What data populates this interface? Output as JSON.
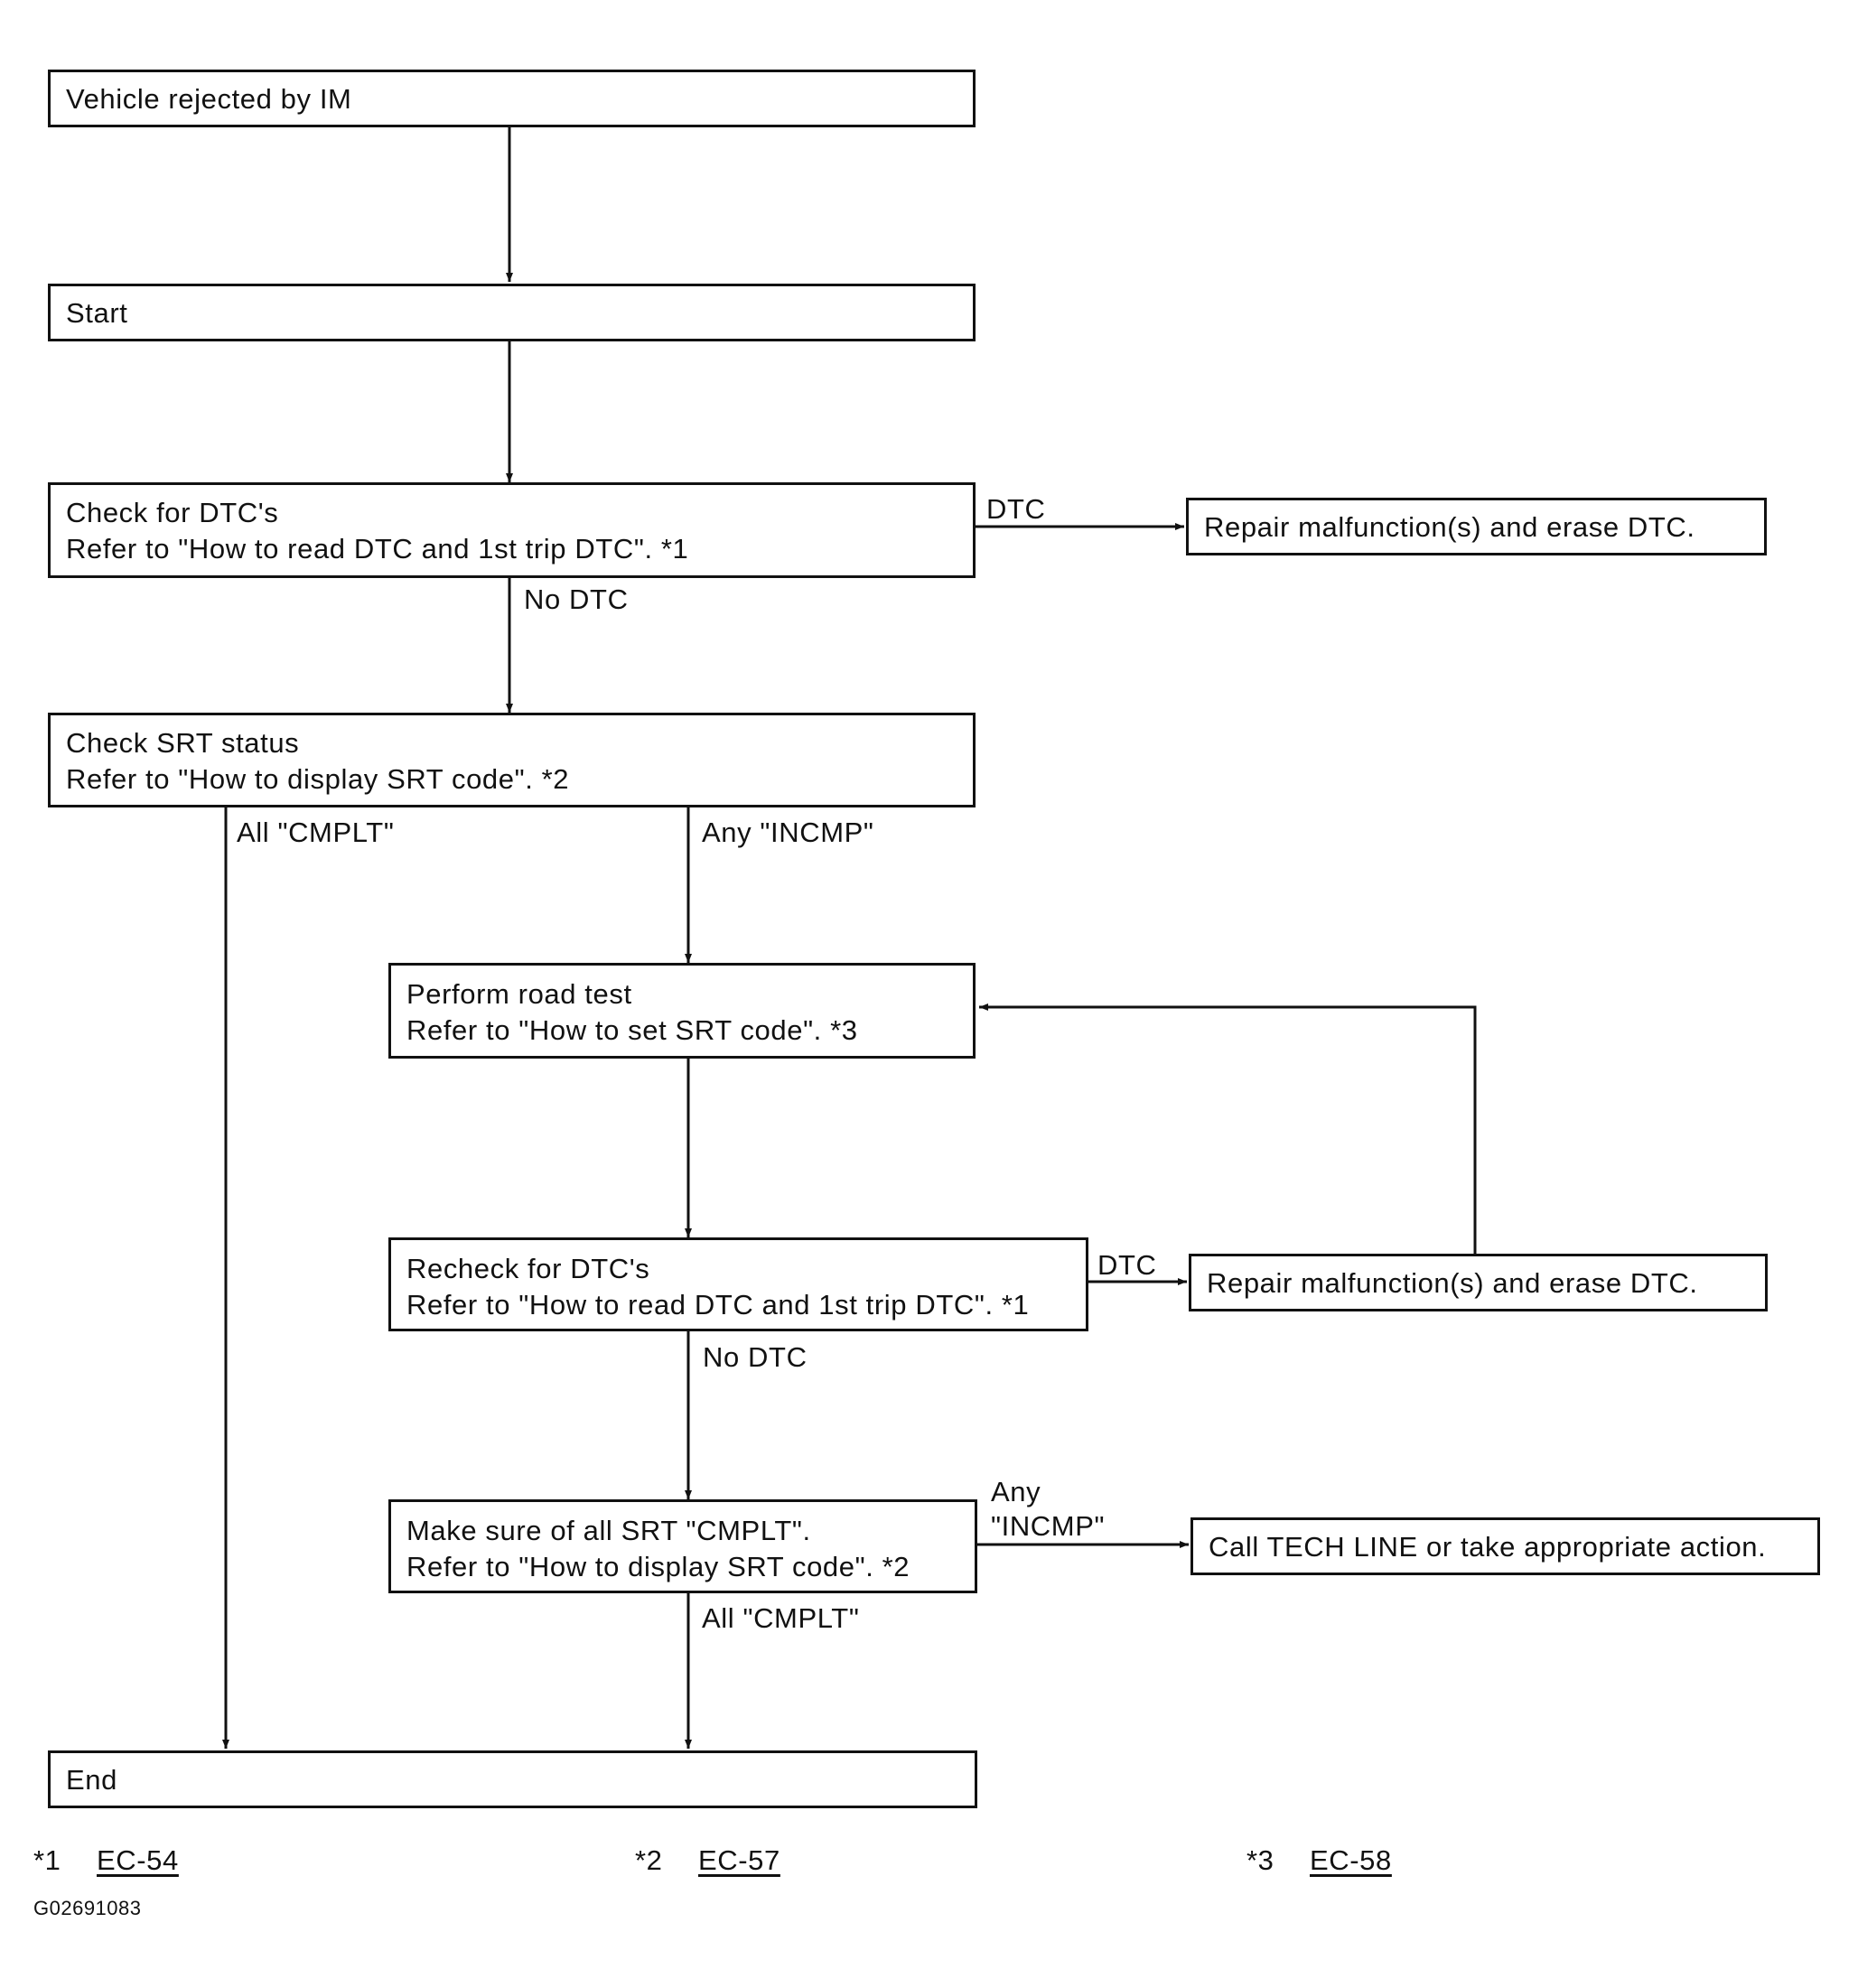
{
  "nodes": {
    "rejected": {
      "lines": [
        "Vehicle rejected by IM"
      ]
    },
    "start": {
      "lines": [
        "Start"
      ]
    },
    "check_dtc": {
      "lines": [
        "Check for DTC's",
        "Refer to \"How to read DTC and 1st trip DTC\". *1"
      ]
    },
    "repair1": {
      "lines": [
        "Repair malfunction(s) and erase DTC."
      ]
    },
    "check_srt": {
      "lines": [
        "Check SRT status",
        "Refer to \"How to display SRT code\". *2"
      ]
    },
    "road_test": {
      "lines": [
        "Perform road test",
        "Refer to \"How to set SRT code\". *3"
      ]
    },
    "recheck_dtc": {
      "lines": [
        "Recheck for DTC's",
        "Refer to \"How to read DTC and 1st trip DTC\". *1"
      ]
    },
    "repair2": {
      "lines": [
        "Repair malfunction(s) and erase DTC."
      ]
    },
    "make_sure": {
      "lines": [
        "Make sure of all SRT \"CMPLT\".",
        "Refer to \"How to display SRT code\". *2"
      ]
    },
    "tech_line": {
      "lines": [
        "Call TECH LINE or take appropriate action."
      ]
    },
    "end": {
      "lines": [
        "End"
      ]
    }
  },
  "edge_labels": {
    "dtc1": "DTC",
    "no_dtc1": "No DTC",
    "all_cmplt1": "All \"CMPLT\"",
    "any_incmp1": "Any \"INCMP\"",
    "dtc2": "DTC",
    "no_dtc2": "No DTC",
    "any_incmp2_line1": "Any",
    "any_incmp2_line2": "\"INCMP\"",
    "all_cmplt2": "All \"CMPLT\""
  },
  "footnotes": [
    {
      "mark": "*1",
      "ref": "EC-54"
    },
    {
      "mark": "*2",
      "ref": "EC-57"
    },
    {
      "mark": "*3",
      "ref": "EC-58"
    }
  ],
  "figure_code": "G02691083"
}
